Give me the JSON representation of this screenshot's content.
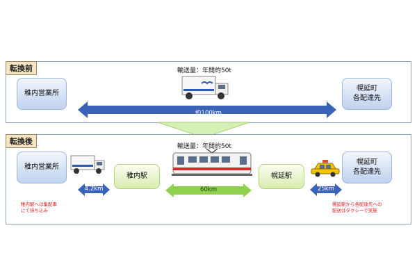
{
  "before": {
    "tag": "転換前",
    "volume": "輸送量：年間約50t",
    "origin": "稚内営業所",
    "destination": "幌延町\n各配達先",
    "distance": "約100km"
  },
  "after": {
    "tag": "転換後",
    "volume": "輸送量：年間約50t",
    "origin": "稚内営業所",
    "station_a": "稚内駅",
    "station_b": "幌延駅",
    "destination": "幌延町\n各配達先",
    "leg1": "4.2km",
    "leg2": "60km",
    "leg3": "25km",
    "note_left": "稚内駅へは集配車\nにて持ち込み",
    "note_right": "幌延駅から各配達先への\n配送はタクシーで実施"
  },
  "colors": {
    "arrow_blue": "#3a63b8",
    "arrow_green": "#8fd14f",
    "note_red": "#e01c1c"
  }
}
